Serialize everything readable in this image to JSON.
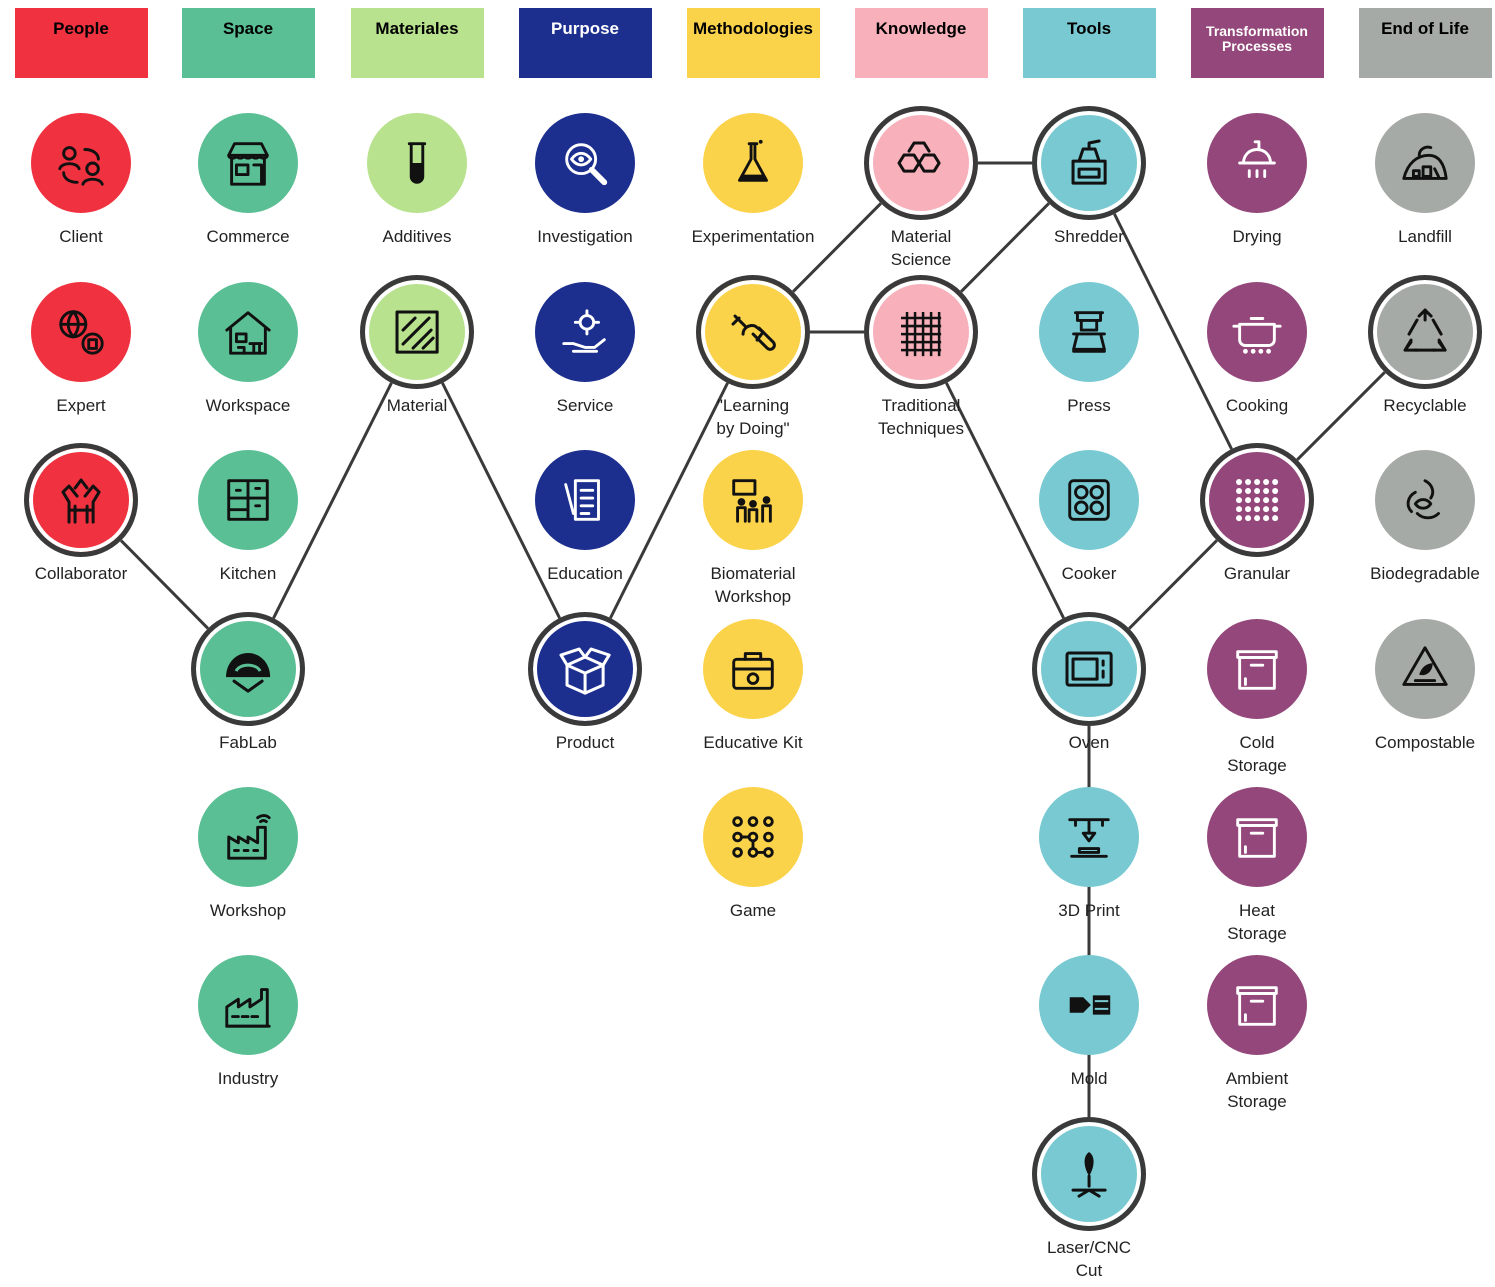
{
  "colors": {
    "people": "#f0313f",
    "space": "#5bbf95",
    "materiales": "#b8e28e",
    "purpose": "#1c2f8f",
    "methodologies": "#fbd34b",
    "knowledge": "#f8b0bb",
    "tools": "#78c9d2",
    "transformation": "#93477a",
    "endoflife": "#a6aaa7",
    "ring": "#3a3a3a"
  },
  "columns": [
    {
      "key": "people",
      "label": "People"
    },
    {
      "key": "space",
      "label": "Space"
    },
    {
      "key": "materiales",
      "label": "Materiales"
    },
    {
      "key": "purpose",
      "label": "Purpose"
    },
    {
      "key": "methodologies",
      "label": "Methodologies"
    },
    {
      "key": "knowledge",
      "label": "Knowledge"
    },
    {
      "key": "tools",
      "label": "Tools"
    },
    {
      "key": "transformation",
      "label": "Transformation\nProcesses"
    },
    {
      "key": "endoflife",
      "label": "End of Life"
    }
  ],
  "nodes": [
    {
      "id": "client",
      "col": 0,
      "row": 0,
      "label": "Client",
      "icon": "people-swap-icon"
    },
    {
      "id": "expert",
      "col": 0,
      "row": 1,
      "label": "Expert",
      "icon": "globe-expert-icon"
    },
    {
      "id": "collaborator",
      "col": 0,
      "row": 2,
      "label": "Collaborator",
      "icon": "hands-together-icon",
      "selected": true
    },
    {
      "id": "commerce",
      "col": 1,
      "row": 0,
      "label": "Commerce",
      "icon": "storefront-icon"
    },
    {
      "id": "workspace",
      "col": 1,
      "row": 1,
      "label": "Workspace",
      "icon": "house-desk-icon"
    },
    {
      "id": "kitchen",
      "col": 1,
      "row": 2,
      "label": "Kitchen",
      "icon": "kitchen-cabinets-icon"
    },
    {
      "id": "fablab",
      "col": 1,
      "row": 3,
      "label": "FabLab",
      "icon": "dome-icon",
      "selected": true
    },
    {
      "id": "workshop",
      "col": 1,
      "row": 4,
      "label": "Workshop",
      "icon": "smart-factory-icon"
    },
    {
      "id": "industry",
      "col": 1,
      "row": 5,
      "label": "Industry",
      "icon": "factory-icon"
    },
    {
      "id": "additives",
      "col": 2,
      "row": 0,
      "label": "Additives",
      "icon": "test-tube-icon"
    },
    {
      "id": "material",
      "col": 2,
      "row": 1,
      "label": "Material",
      "icon": "material-swatch-icon",
      "selected": true
    },
    {
      "id": "investigation",
      "col": 3,
      "row": 0,
      "label": "Investigation",
      "icon": "magnifier-eye-icon"
    },
    {
      "id": "service",
      "col": 3,
      "row": 1,
      "label": "Service",
      "icon": "hand-gear-icon"
    },
    {
      "id": "education",
      "col": 3,
      "row": 2,
      "label": "Education",
      "icon": "document-pencil-icon"
    },
    {
      "id": "product",
      "col": 3,
      "row": 3,
      "label": "Product",
      "icon": "open-box-icon",
      "selected": true
    },
    {
      "id": "experimentation",
      "col": 4,
      "row": 0,
      "label": "Experimentation",
      "icon": "flask-icon"
    },
    {
      "id": "learning",
      "col": 4,
      "row": 1,
      "label": "\"Learning\nby Doing\"",
      "icon": "wrench-hand-icon",
      "selected": true
    },
    {
      "id": "biomaterial",
      "col": 4,
      "row": 2,
      "label": "Biomaterial\nWorkshop",
      "icon": "group-board-icon"
    },
    {
      "id": "educativekit",
      "col": 4,
      "row": 3,
      "label": "Educative Kit",
      "icon": "toolbox-icon"
    },
    {
      "id": "game",
      "col": 4,
      "row": 4,
      "label": "Game",
      "icon": "node-grid-icon"
    },
    {
      "id": "materialscience",
      "col": 5,
      "row": 0,
      "label": "Material\nScience",
      "icon": "hexagon-molecule-icon",
      "selected": true
    },
    {
      "id": "traditional",
      "col": 5,
      "row": 1,
      "label": "Traditional\nTechniques",
      "icon": "weave-grid-icon",
      "selected": true
    },
    {
      "id": "shredder",
      "col": 6,
      "row": 0,
      "label": "Shredder",
      "icon": "grinder-icon",
      "selected": true
    },
    {
      "id": "press",
      "col": 6,
      "row": 1,
      "label": "Press",
      "icon": "press-icon"
    },
    {
      "id": "cooker",
      "col": 6,
      "row": 2,
      "label": "Cooker",
      "icon": "stovetop-icon"
    },
    {
      "id": "oven",
      "col": 6,
      "row": 3,
      "label": "Oven",
      "icon": "microwave-icon",
      "selected": true
    },
    {
      "id": "print3d",
      "col": 6,
      "row": 4,
      "label": "3D Print",
      "icon": "printer-3d-icon"
    },
    {
      "id": "mold",
      "col": 6,
      "row": 5,
      "label": "Mold",
      "icon": "mold-icon"
    },
    {
      "id": "laser",
      "col": 6,
      "row": 6,
      "label": "Laser/CNC\nCut",
      "icon": "laser-cut-icon",
      "selected": true
    },
    {
      "id": "drying",
      "col": 7,
      "row": 0,
      "label": "Drying",
      "icon": "drying-lamp-icon"
    },
    {
      "id": "cooking",
      "col": 7,
      "row": 1,
      "label": "Cooking",
      "icon": "cooking-pot-icon"
    },
    {
      "id": "granular",
      "col": 7,
      "row": 2,
      "label": "Granular",
      "icon": "dots-grid-icon",
      "selected": true
    },
    {
      "id": "coldstorage",
      "col": 7,
      "row": 3,
      "label": "Cold\nStorage",
      "icon": "storage-box-icon"
    },
    {
      "id": "heatstorage",
      "col": 7,
      "row": 4,
      "label": "Heat\nStorage",
      "icon": "storage-box-icon"
    },
    {
      "id": "ambientstorage",
      "col": 7,
      "row": 5,
      "label": "Ambient\nStorage",
      "icon": "storage-box-icon"
    },
    {
      "id": "landfill",
      "col": 8,
      "row": 0,
      "label": "Landfill",
      "icon": "landfill-icon"
    },
    {
      "id": "recyclable",
      "col": 8,
      "row": 1,
      "label": "Recyclable",
      "icon": "recycle-icon",
      "selected": true
    },
    {
      "id": "biodegradable",
      "col": 8,
      "row": 2,
      "label": "Biodegradable",
      "icon": "bio-cycle-icon"
    },
    {
      "id": "compostable",
      "col": 8,
      "row": 3,
      "label": "Compostable",
      "icon": "compost-icon"
    }
  ],
  "links": [
    [
      "collaborator",
      "fablab"
    ],
    [
      "fablab",
      "material"
    ],
    [
      "material",
      "product"
    ],
    [
      "product",
      "learning"
    ],
    [
      "learning",
      "materialscience"
    ],
    [
      "learning",
      "traditional"
    ],
    [
      "materialscience",
      "shredder"
    ],
    [
      "traditional",
      "shredder"
    ],
    [
      "traditional",
      "oven"
    ],
    [
      "shredder",
      "granular"
    ],
    [
      "granular",
      "oven"
    ],
    [
      "granular",
      "recyclable"
    ],
    [
      "oven",
      "laser"
    ]
  ]
}
